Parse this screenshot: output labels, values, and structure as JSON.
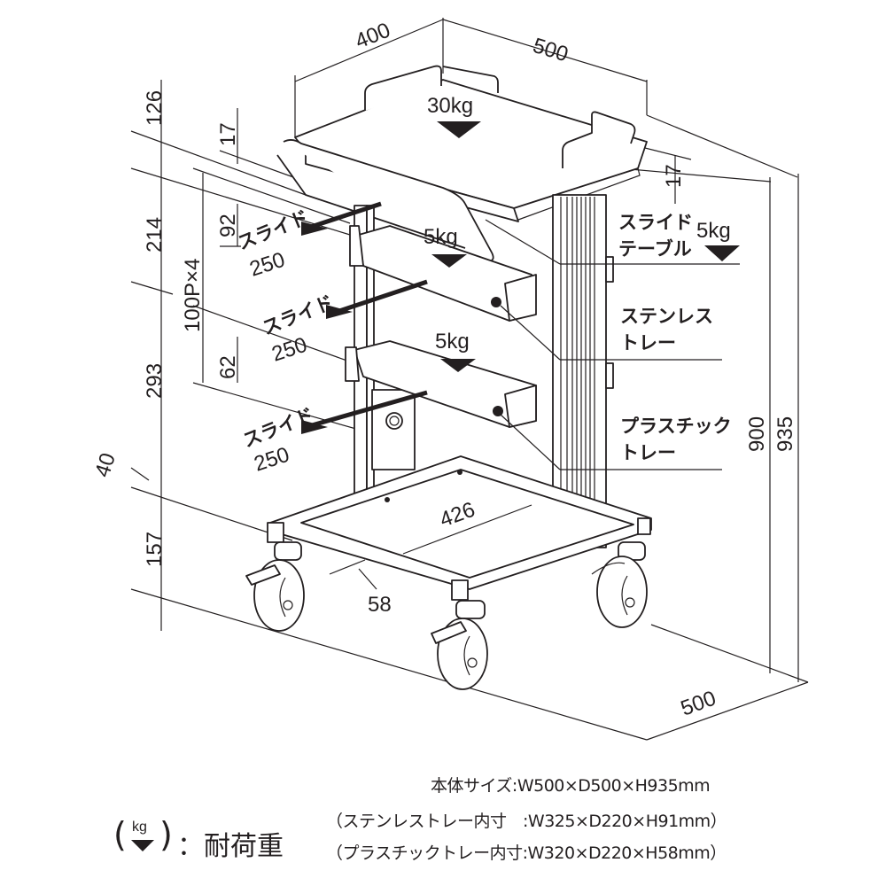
{
  "dimensions": {
    "top_width": "400",
    "top_depth": "500",
    "d126": "126",
    "d17_left": "17",
    "d17_right": "17",
    "d214": "214",
    "d92": "92",
    "pitch": "100P×4",
    "d62": "62",
    "d293": "293",
    "d40": "40",
    "d157": "157",
    "d58": "58",
    "d426": "426",
    "base_depth": "500",
    "h900": "900",
    "h935": "935"
  },
  "loads": {
    "top": "30kg",
    "slide_table": "5kg",
    "stainless_tray": "5kg",
    "plastic_tray": "5kg"
  },
  "slides": [
    {
      "label": "スライド",
      "value": "250"
    },
    {
      "label": "スライド",
      "value": "250"
    },
    {
      "label": "スライド",
      "value": "250"
    }
  ],
  "callouts": {
    "slide_table_line1": "スライド",
    "slide_table_line2": "テーブル",
    "stainless_line1": "ステンレス",
    "stainless_line2": "トレー",
    "plastic_line1": "プラスチック",
    "plastic_line2": "トレー"
  },
  "specs": {
    "body_size": "本体サイズ:W500×D500×H935mm",
    "stainless_inner": "（ステンレストレー内寸　:W325×D220×H91mm）",
    "plastic_inner": "（プラスチックトレー内寸:W320×D220×H58mm）"
  },
  "legend": {
    "unit": "kg",
    "open_paren": "(",
    "close_paren": ")",
    "meaning": "：耐荷重",
    "icon": "load-arrow-icon"
  },
  "colors": {
    "ink": "#231f20",
    "background": "#ffffff"
  }
}
